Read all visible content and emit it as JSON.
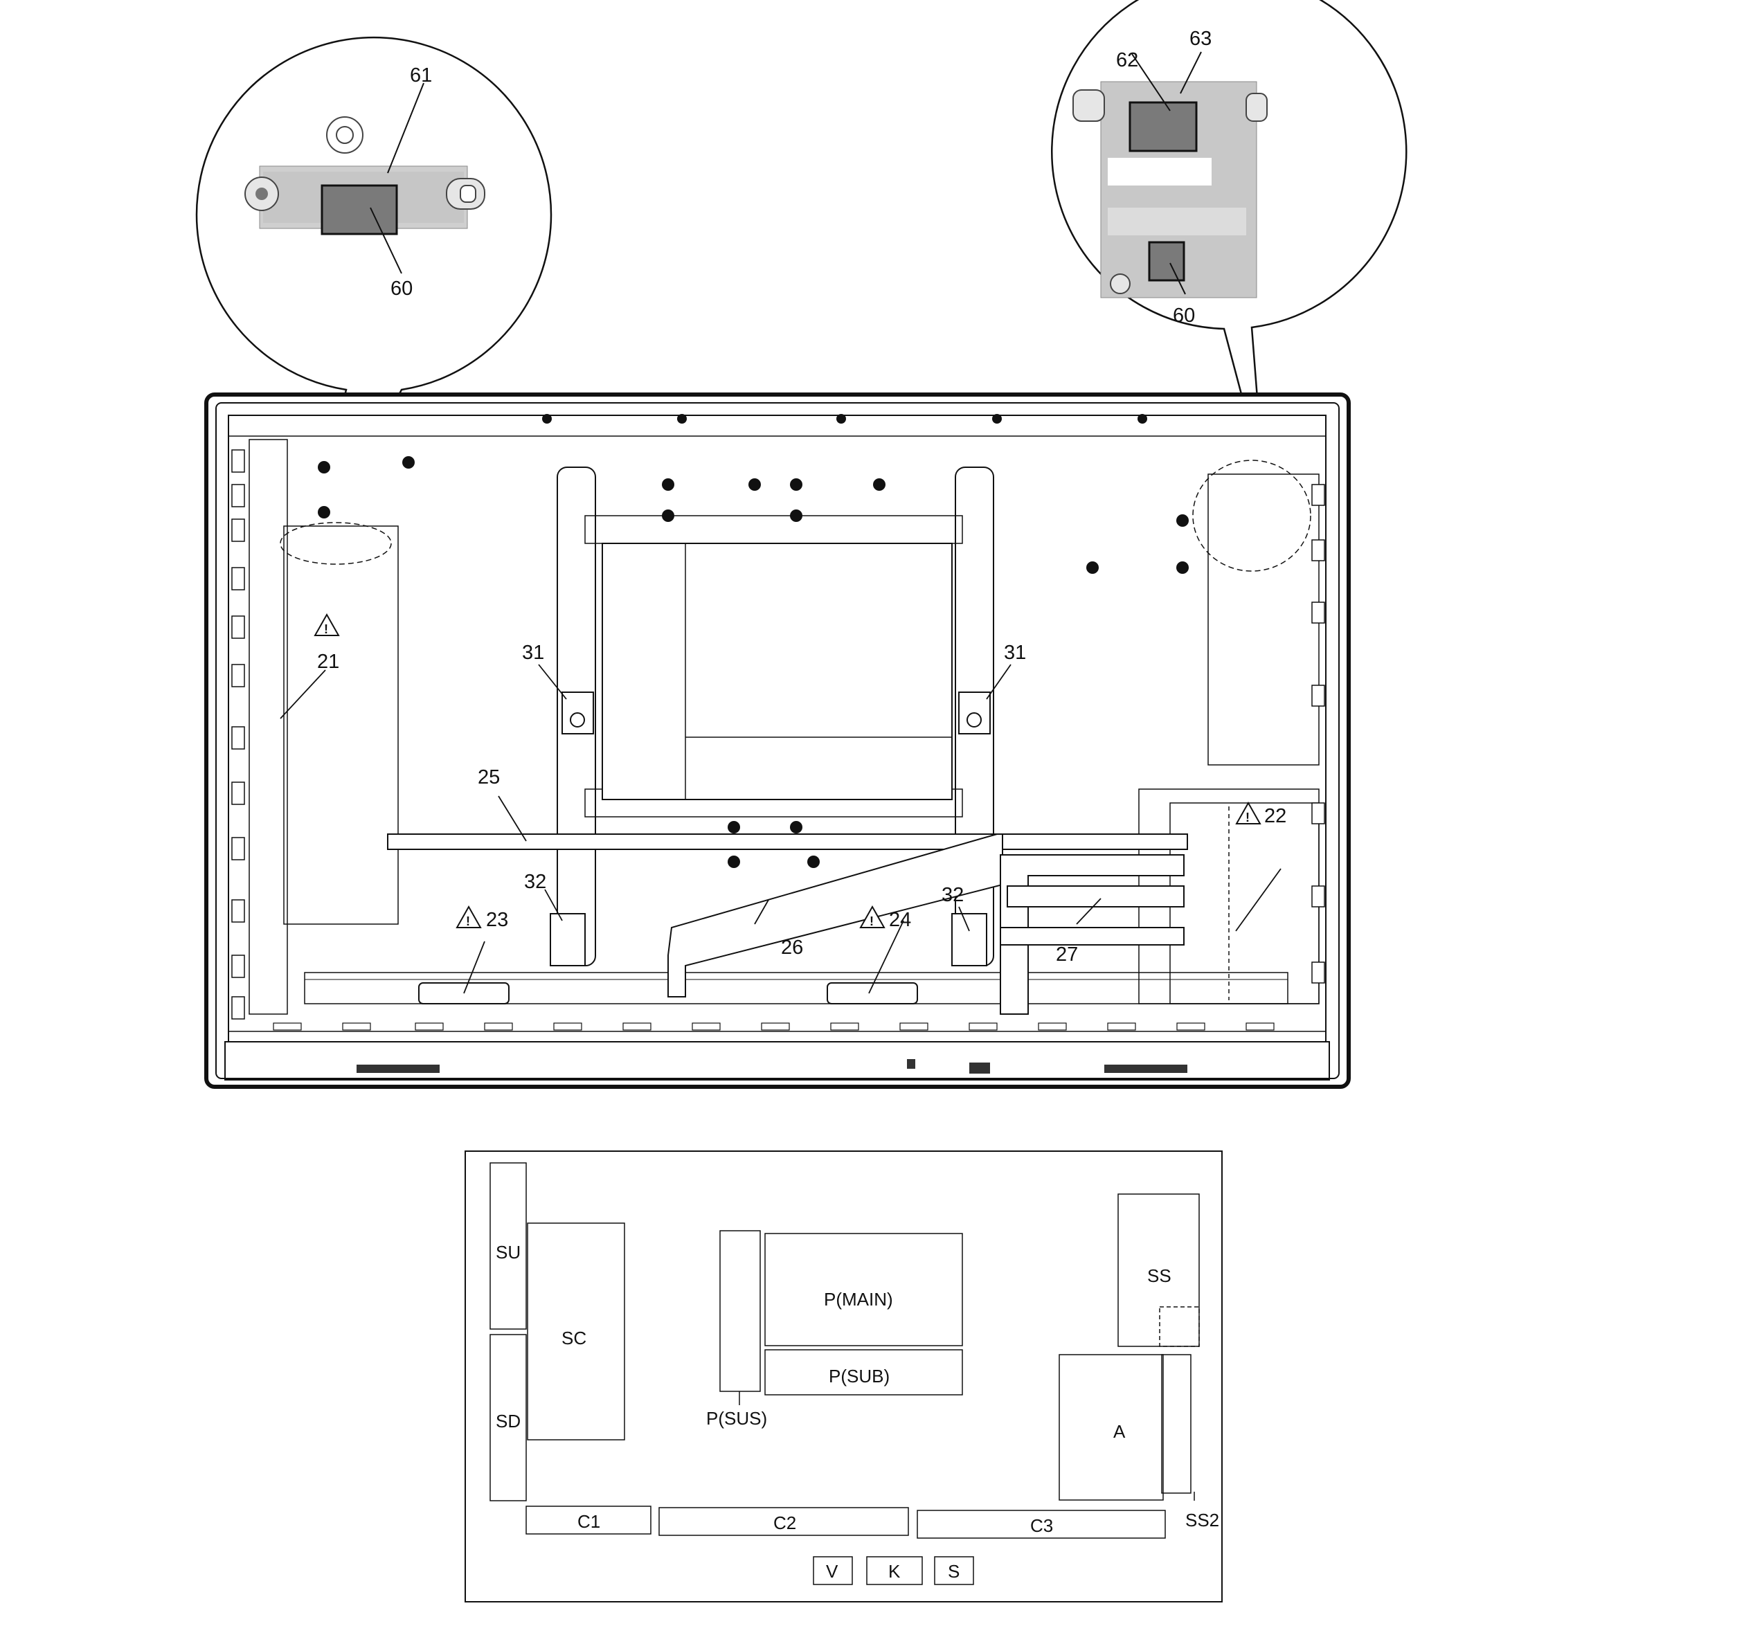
{
  "callouts": {
    "c21": "21",
    "c22": "22",
    "c23": "23",
    "c24": "24",
    "c25": "25",
    "c26": "26",
    "c27": "27",
    "c31a": "31",
    "c31b": "31",
    "c32a": "32",
    "c32b": "32",
    "c60a": "60",
    "c60b": "60",
    "c61": "61",
    "c62": "62",
    "c63": "63"
  },
  "layout_labels": {
    "su": "SU",
    "sc": "SC",
    "sd": "SD",
    "psus": "P(SUS)",
    "pmain": "P(MAIN)",
    "psub": "P(SUB)",
    "ss": "SS",
    "a": "A",
    "ss2": "SS2",
    "c1": "C1",
    "c2": "C2",
    "c3": "C3",
    "v": "V",
    "k": "K",
    "s": "S"
  },
  "icons": {
    "warning": "warning-triangle-icon"
  }
}
